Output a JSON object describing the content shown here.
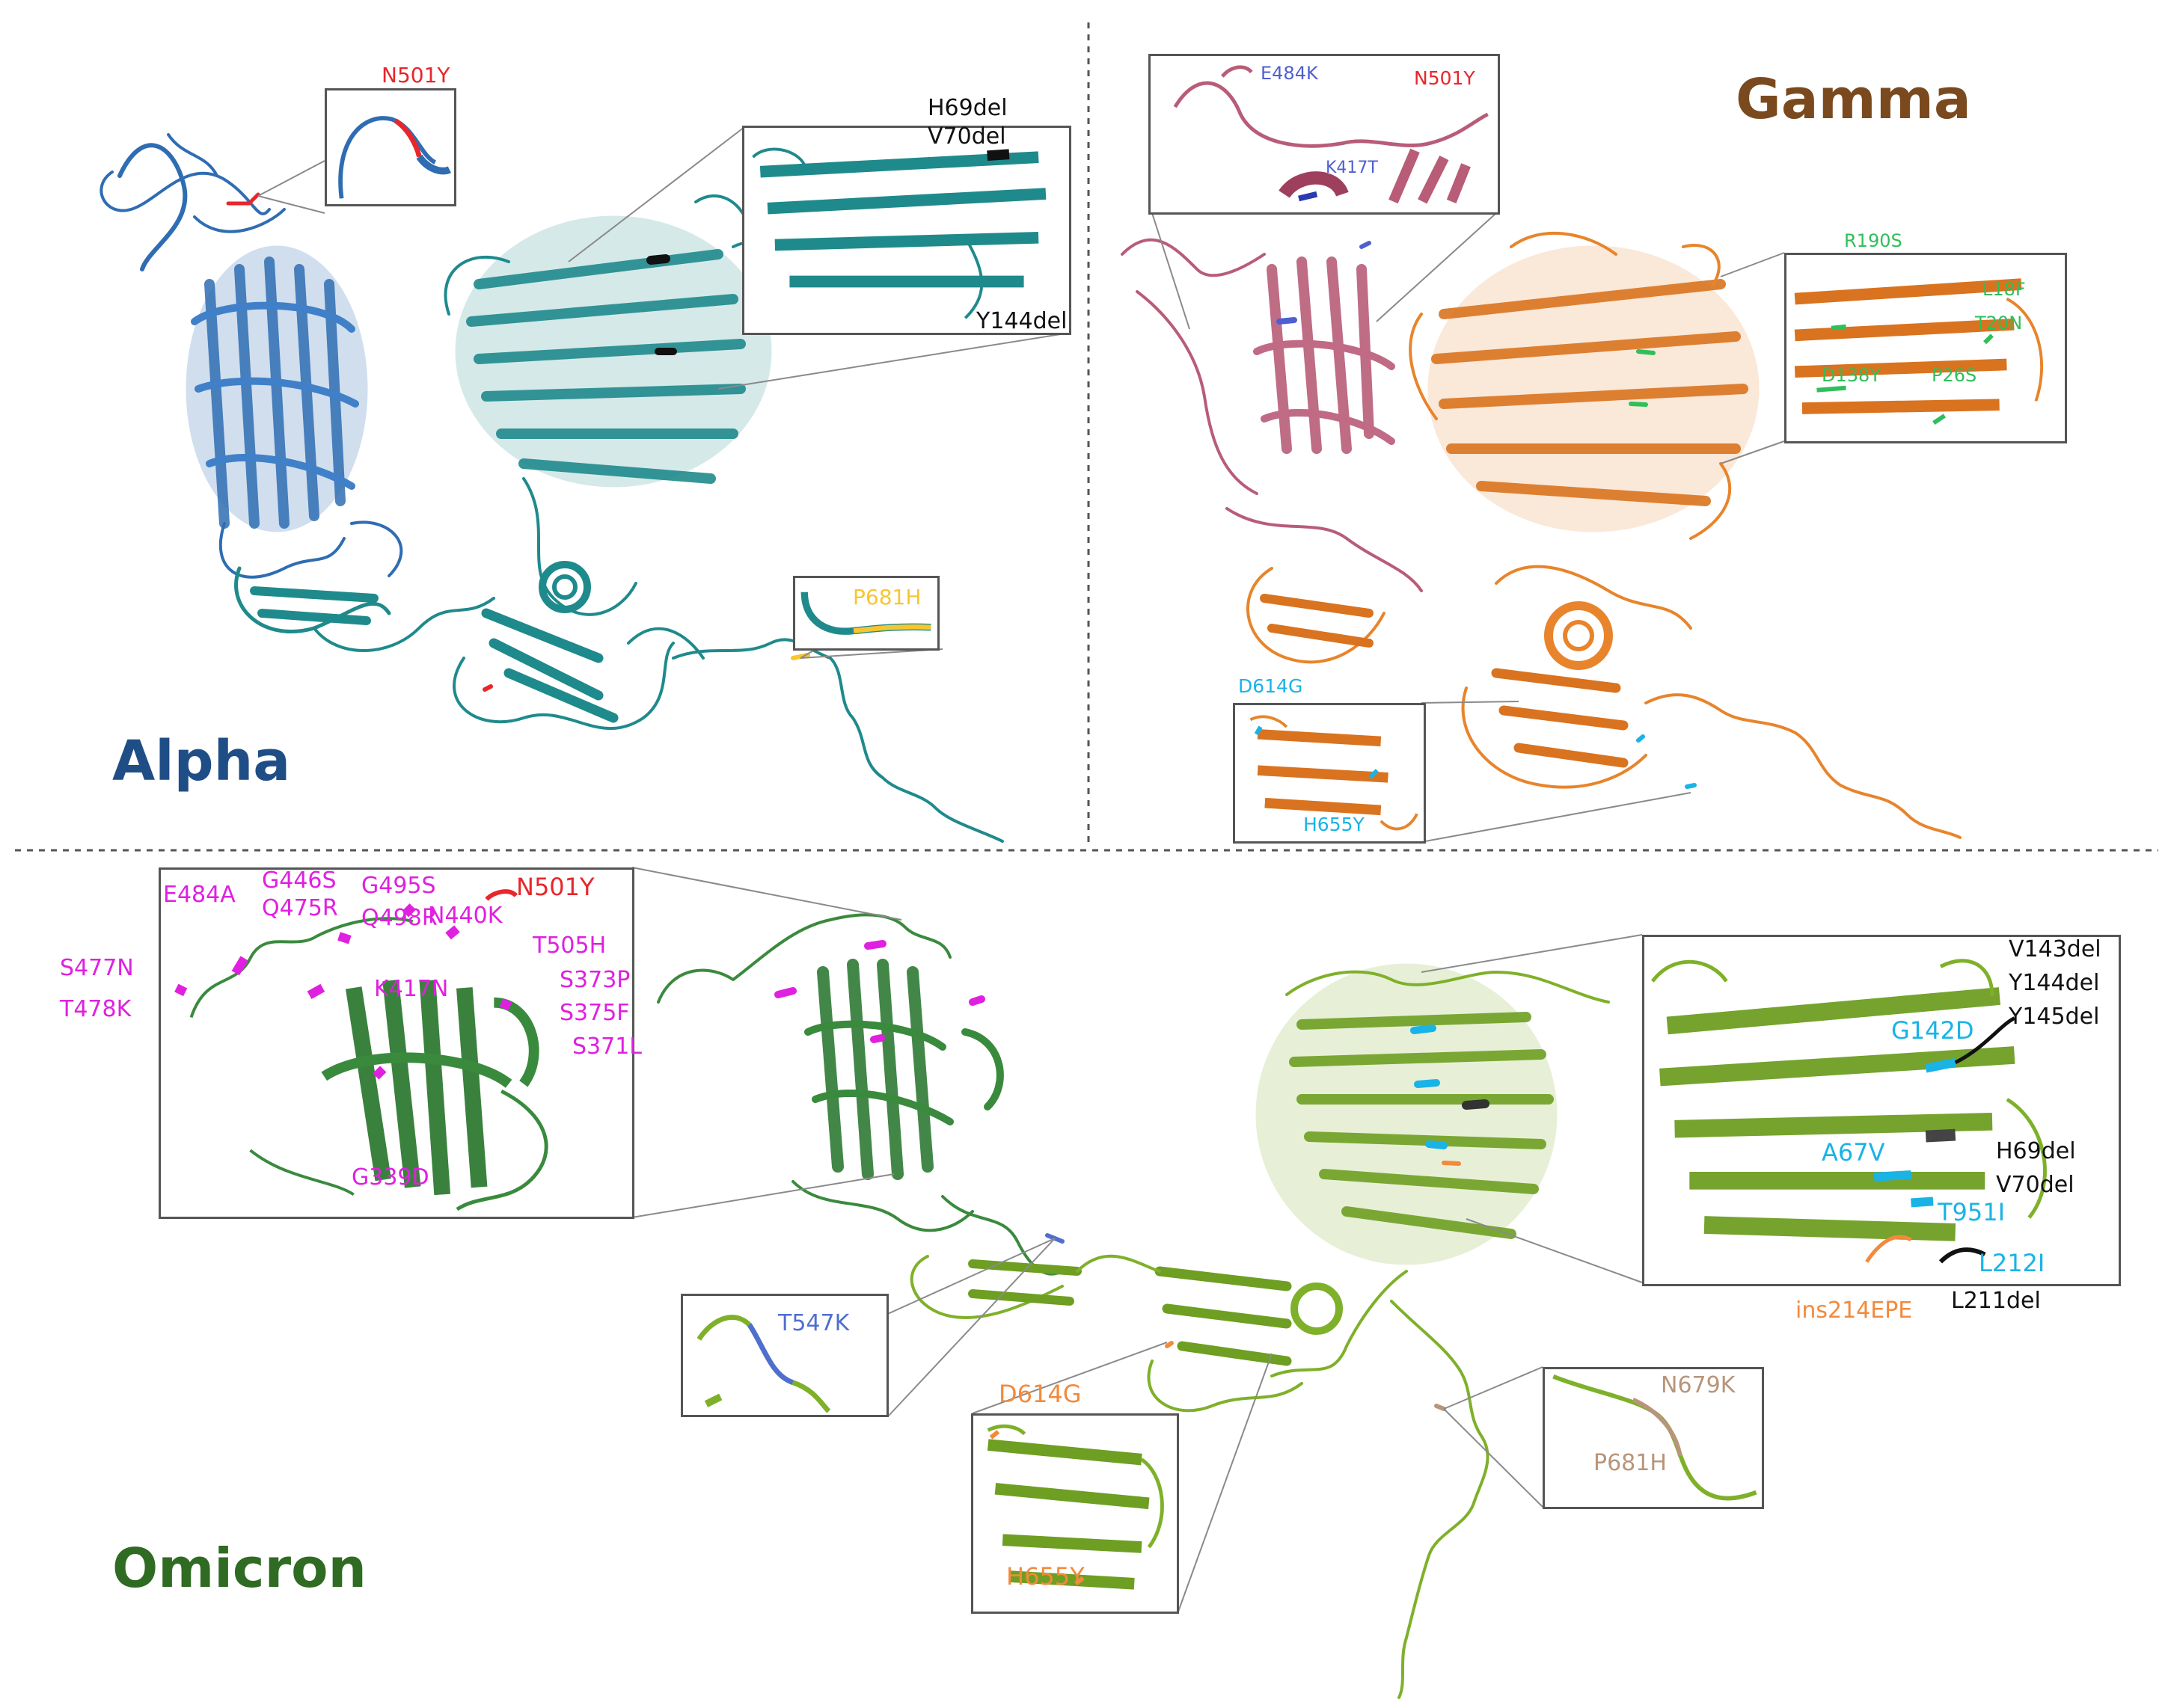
{
  "panels": {
    "alpha": {
      "title": "Alpha",
      "title_color": "#1f4e87",
      "protein_colors": [
        "#2f6db3",
        "#1f8a8c"
      ],
      "labels": {
        "n501y": {
          "text": "N501Y",
          "color": "#e8262b"
        },
        "h69del": {
          "text": "H69del",
          "color": "#111111"
        },
        "v70del": {
          "text": "V70del",
          "color": "#111111"
        },
        "y144del": {
          "text": "Y144del",
          "color": "#111111"
        },
        "p681h": {
          "text": "P681H",
          "color": "#f7c62f"
        }
      }
    },
    "gamma": {
      "title": "Gamma",
      "title_color": "#7a4a1e",
      "protein_colors": [
        "#b85c78",
        "#e8842b"
      ],
      "labels": {
        "e484k": {
          "text": "E484K",
          "color": "#4f5fd0"
        },
        "n501y": {
          "text": "N501Y",
          "color": "#e8262b"
        },
        "k417t": {
          "text": "K417T",
          "color": "#4f5fd0"
        },
        "r190s": {
          "text": "R190S",
          "color": "#2fbf5a"
        },
        "l18f": {
          "text": "L18F",
          "color": "#2fbf5a"
        },
        "t20n": {
          "text": "T20N",
          "color": "#2fbf5a"
        },
        "d138y": {
          "text": "D138Y",
          "color": "#2fbf5a"
        },
        "p26s": {
          "text": "P26S",
          "color": "#2fbf5a"
        },
        "d614g": {
          "text": "D614G",
          "color": "#1ab3e6"
        },
        "h655y": {
          "text": "H655Y",
          "color": "#1ab3e6"
        }
      }
    },
    "omicron": {
      "title": "Omicron",
      "title_color": "#2f6b22",
      "protein_colors": [
        "#3a8a3e",
        "#7fb02a"
      ],
      "labels": {
        "e484a": {
          "text": "E484A",
          "color": "#e020e0"
        },
        "g446s": {
          "text": "G446S",
          "color": "#e020e0"
        },
        "q475r": {
          "text": "Q475R",
          "color": "#e020e0"
        },
        "g495s": {
          "text": "G495S",
          "color": "#e020e0"
        },
        "q498r": {
          "text": "Q498R",
          "color": "#e020e0"
        },
        "n440k": {
          "text": "N440K",
          "color": "#e020e0"
        },
        "n501y": {
          "text": "N501Y",
          "color": "#e8262b"
        },
        "t505h": {
          "text": "T505H",
          "color": "#e020e0"
        },
        "s477n": {
          "text": "S477N",
          "color": "#e020e0"
        },
        "t478k": {
          "text": "T478K",
          "color": "#e020e0"
        },
        "k417n": {
          "text": "K417N",
          "color": "#e020e0"
        },
        "s373p": {
          "text": "S373P",
          "color": "#e020e0"
        },
        "s375f": {
          "text": "S375F",
          "color": "#e020e0"
        },
        "s371l": {
          "text": "S371L",
          "color": "#e020e0"
        },
        "g339d": {
          "text": "G339D",
          "color": "#e020e0"
        },
        "v143del": {
          "text": "V143del",
          "color": "#111111"
        },
        "y144del": {
          "text": "Y144del",
          "color": "#111111"
        },
        "y145del": {
          "text": "Y145del",
          "color": "#111111"
        },
        "g142d": {
          "text": "G142D",
          "color": "#1ab3e6"
        },
        "a67v": {
          "text": "A67V",
          "color": "#1ab3e6"
        },
        "h69del": {
          "text": "H69del",
          "color": "#111111"
        },
        "v70del": {
          "text": "V70del",
          "color": "#111111"
        },
        "t951i": {
          "text": "T951I",
          "color": "#1ab3e6"
        },
        "l212i": {
          "text": "L212I",
          "color": "#1ab3e6"
        },
        "ins214epe": {
          "text": "ins214EPE",
          "color": "#f28a3c"
        },
        "l211del": {
          "text": "L211del",
          "color": "#111111"
        },
        "t547k": {
          "text": "T547K",
          "color": "#4f6fd0"
        },
        "d614g": {
          "text": "D614G",
          "color": "#f28a3c"
        },
        "h655y": {
          "text": "H655Y",
          "color": "#f28a3c"
        },
        "n679k": {
          "text": "N679K",
          "color": "#b8957a"
        },
        "p681h": {
          "text": "P681H",
          "color": "#b8957a"
        }
      }
    }
  }
}
